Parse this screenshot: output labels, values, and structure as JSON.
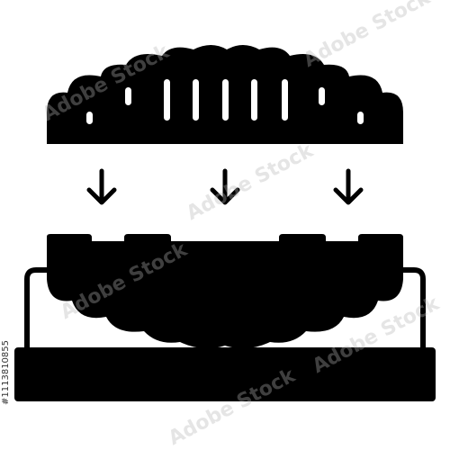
{
  "colors": {
    "ink": "#000000",
    "background": "#ffffff",
    "watermark": "#b4b4b4"
  },
  "icon": {
    "name": "denture-press-icon",
    "parts": [
      "upper-tooth-mold",
      "down-arrow",
      "down-arrow",
      "down-arrow",
      "lower-tooth-mold",
      "tray-frame",
      "base-plate"
    ]
  },
  "watermark_text": "Adobe Stock",
  "side_id": "#1113810855"
}
